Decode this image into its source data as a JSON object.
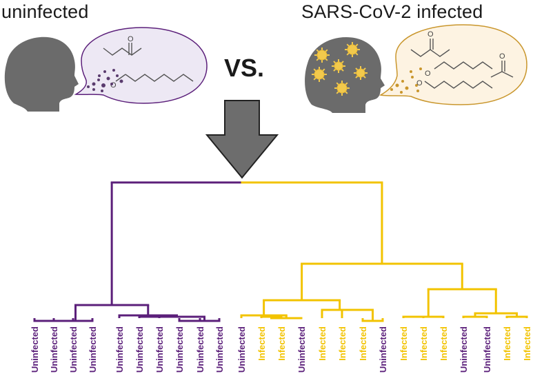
{
  "header": {
    "left_label": "uninfected",
    "right_label": "SARS-CoV-2 infected",
    "versus": "VS."
  },
  "colors": {
    "uninfected": "#5b1f7a",
    "infected": "#f2c300",
    "arrow": "#6d6d6d",
    "head": "#6b6b6b",
    "left_bubble_fill": "#ede8f4",
    "left_bubble_stroke": "#5b1f7a",
    "right_bubble_fill": "#fdf3e2",
    "right_bubble_stroke": "#c9962c"
  },
  "icons": [
    "child-head-icon",
    "virus-icon",
    "speech-bubble-icon",
    "down-arrow-icon"
  ],
  "dendrogram": {
    "leaves": [
      {
        "label": "Uninfected",
        "group": "uninfected"
      },
      {
        "label": "Uninfected",
        "group": "uninfected"
      },
      {
        "label": "Uninfected",
        "group": "uninfected"
      },
      {
        "label": "Uninfected",
        "group": "uninfected"
      },
      {
        "label": "Uninfected",
        "group": "uninfected"
      },
      {
        "label": "Uninfected",
        "group": "uninfected"
      },
      {
        "label": "Uninfected",
        "group": "uninfected"
      },
      {
        "label": "Uninfected",
        "group": "uninfected"
      },
      {
        "label": "Uninfected",
        "group": "uninfected"
      },
      {
        "label": "Uninfected",
        "group": "uninfected"
      },
      {
        "label": "Uninfected",
        "group": "uninfected"
      },
      {
        "label": "Infected",
        "group": "infected"
      },
      {
        "label": "Infected",
        "group": "infected"
      },
      {
        "label": "Uninfected",
        "group": "uninfected"
      },
      {
        "label": "Infected",
        "group": "infected"
      },
      {
        "label": "Infected",
        "group": "infected"
      },
      {
        "label": "Infected",
        "group": "infected"
      },
      {
        "label": "Uninfected",
        "group": "uninfected"
      },
      {
        "label": "Infected",
        "group": "infected"
      },
      {
        "label": "Infected",
        "group": "infected"
      },
      {
        "label": "Infected",
        "group": "infected"
      },
      {
        "label": "Uninfected",
        "group": "uninfected"
      },
      {
        "label": "Uninfected",
        "group": "uninfected"
      },
      {
        "label": "Infected",
        "group": "infected"
      },
      {
        "label": "Infected",
        "group": "infected"
      }
    ]
  }
}
